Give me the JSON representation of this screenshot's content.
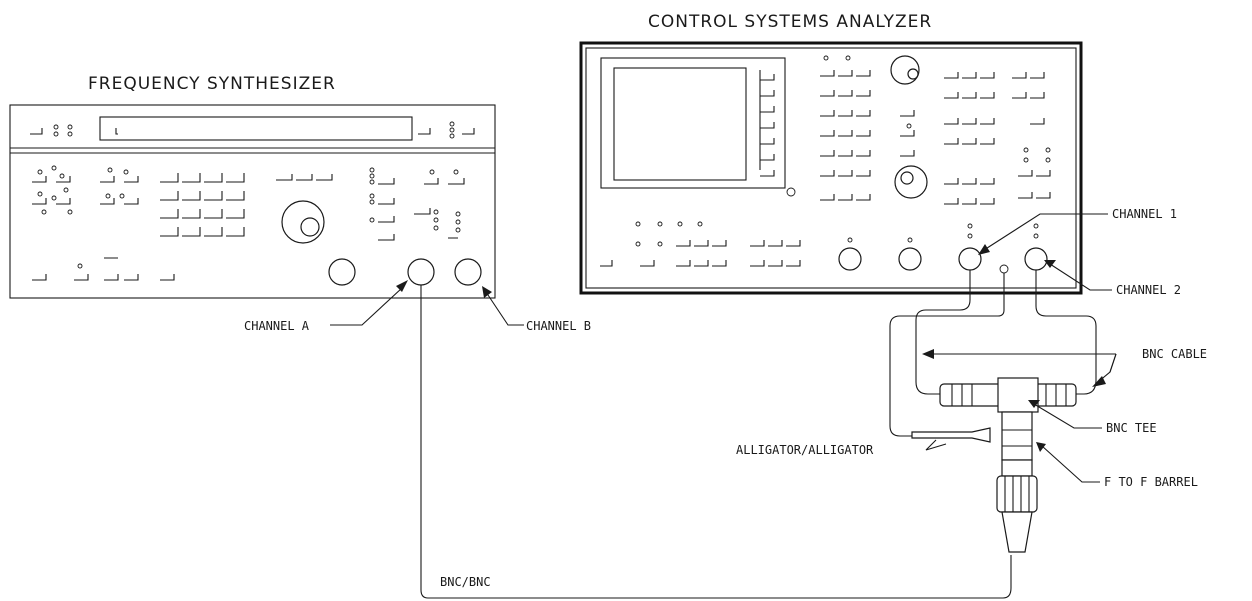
{
  "titles": {
    "synth": "FREQUENCY SYNTHESIZER",
    "analyzer": "CONTROL SYSTEMS ANALYZER"
  },
  "labels": {
    "channel_a": "CHANNEL A",
    "channel_b": "CHANNEL B",
    "channel_1": "CHANNEL 1",
    "channel_2": "CHANNEL 2",
    "bnc_cable": "BNC CABLE",
    "bnc_tee": "BNC TEE",
    "alligator": "ALLIGATOR/ALLIGATOR",
    "barrel": "F TO F BARREL",
    "bnc_bnc": "BNC/BNC"
  }
}
